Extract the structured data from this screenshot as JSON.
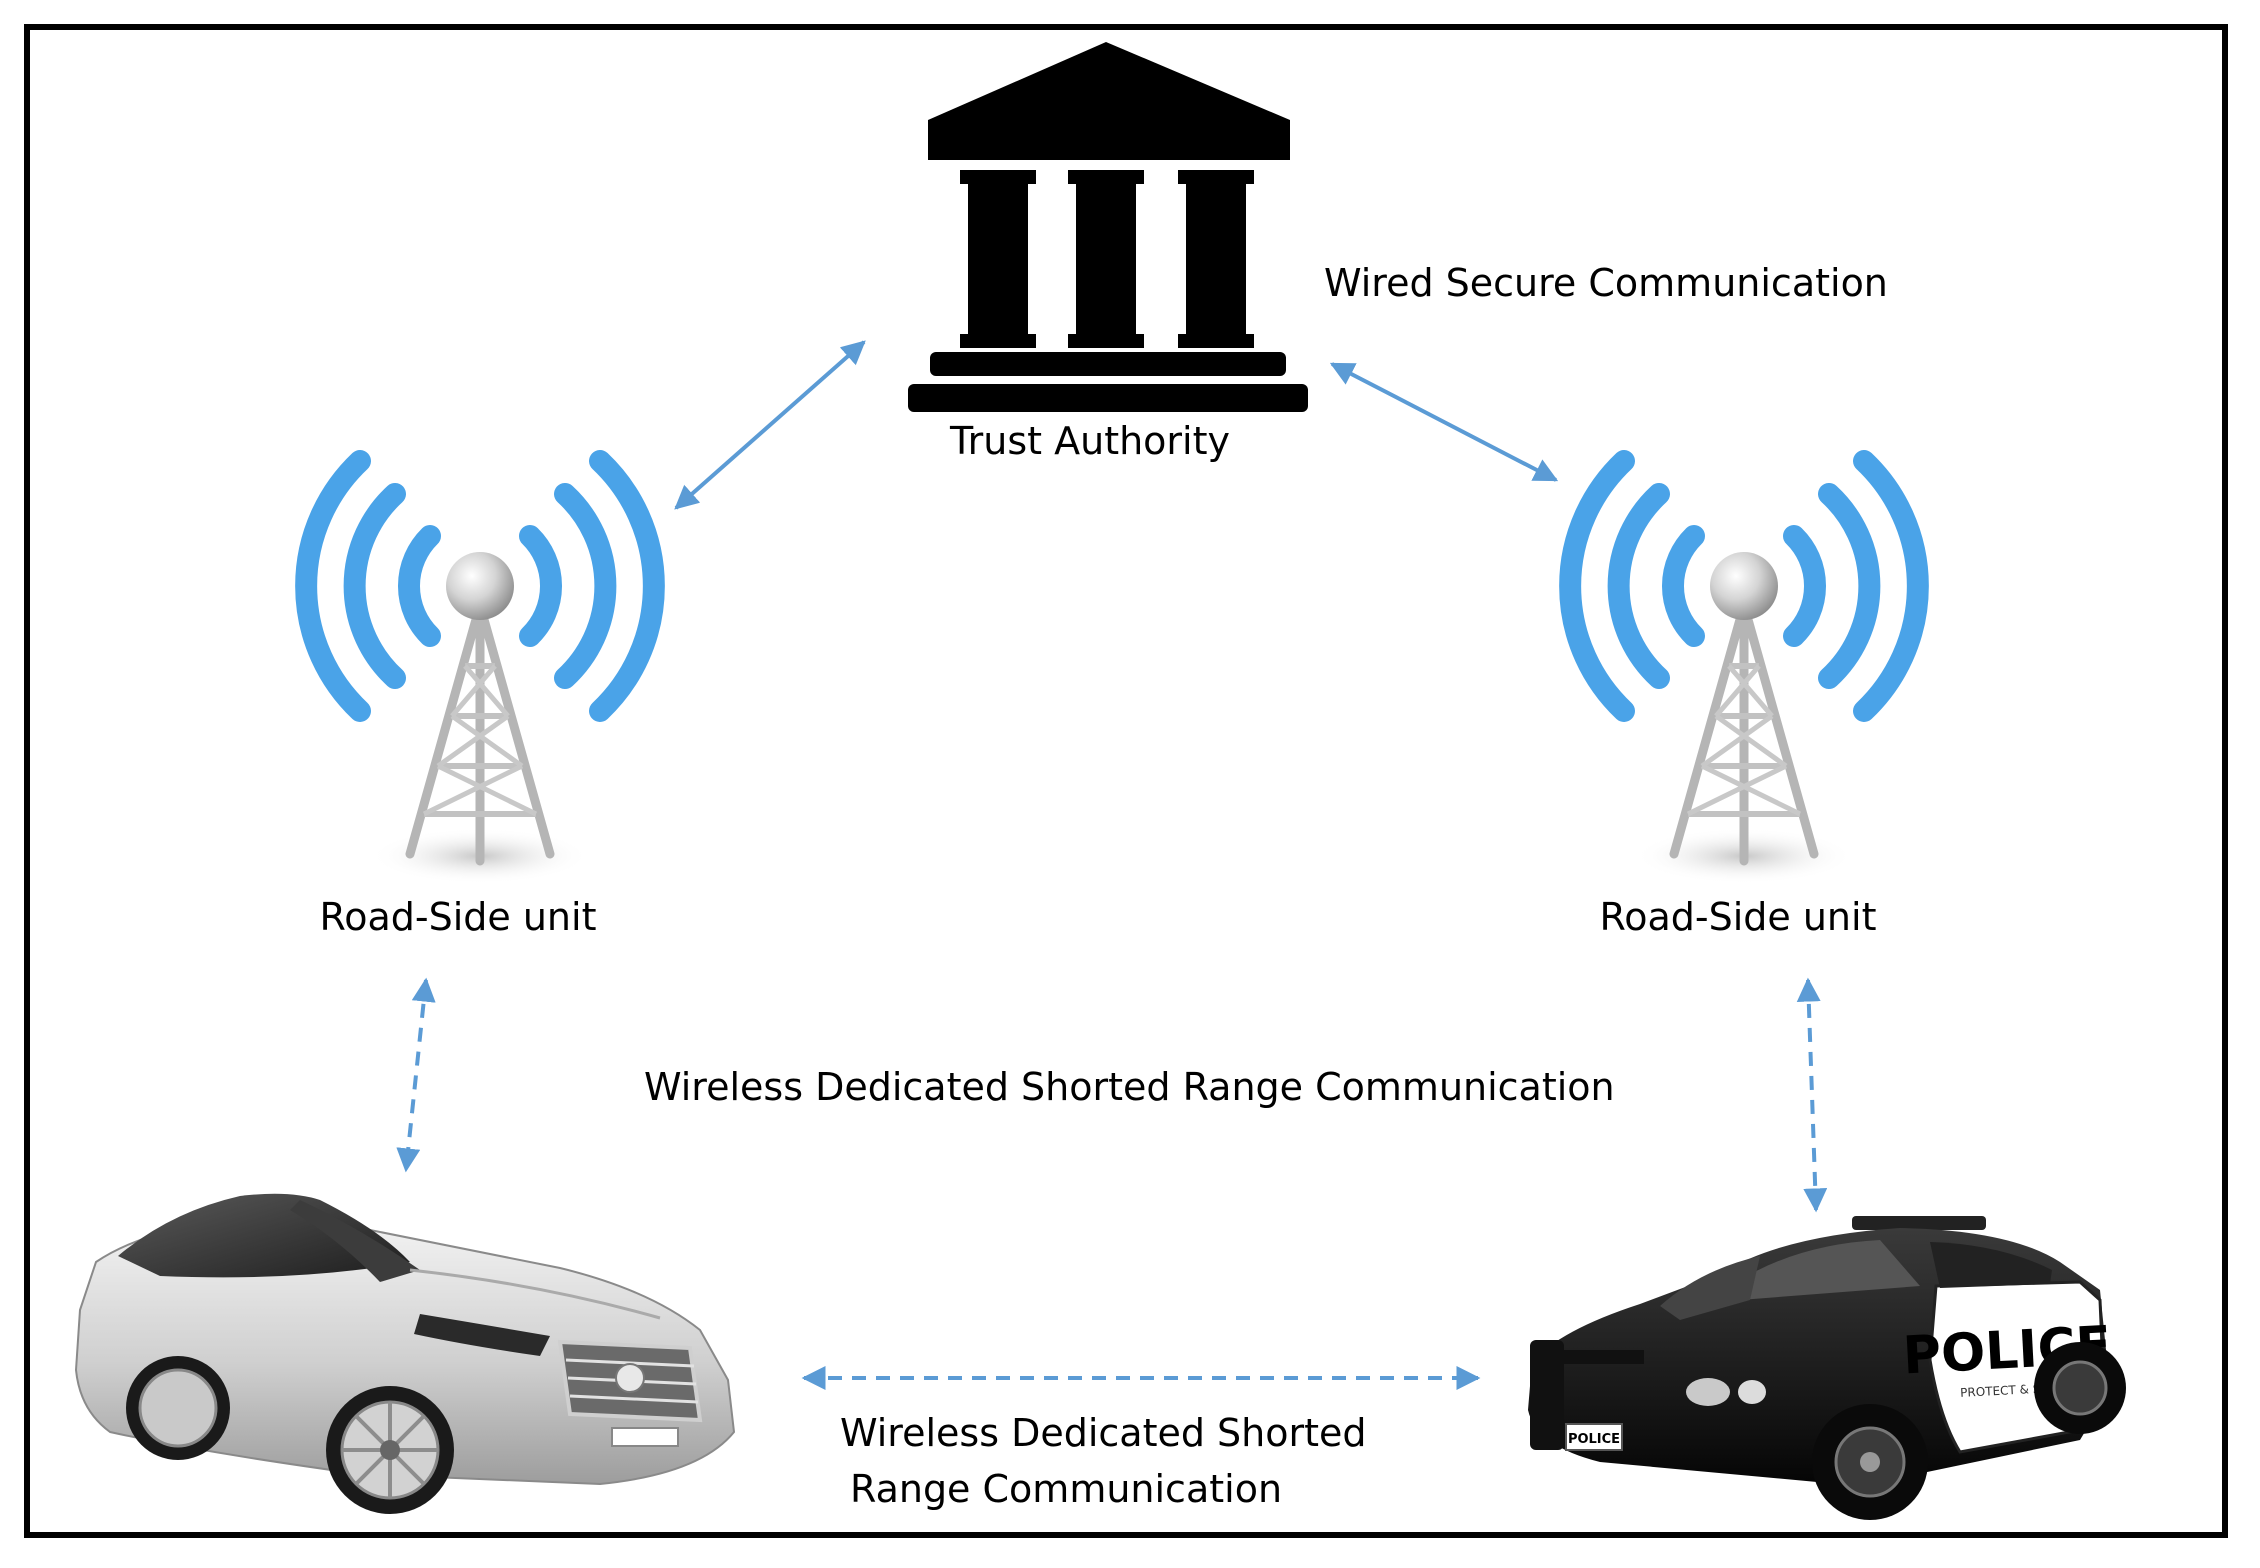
{
  "nodes": {
    "trust_authority": {
      "label": "Trust Authority",
      "icon": "bank-building-icon"
    },
    "rsu_left": {
      "label": "Road-Side unit",
      "icon": "radio-tower-icon"
    },
    "rsu_right": {
      "label": "Road-Side unit",
      "icon": "radio-tower-icon"
    },
    "vehicle_left": {
      "icon": "sedan-car-icon"
    },
    "vehicle_right": {
      "icon": "police-car-icon",
      "door_text": "POLICE",
      "door_subtext": "PROTECT & SERVE",
      "plate_text": "POLICE"
    }
  },
  "links": {
    "wired_label": "Wired Secure Communication",
    "dsrc_rsu_label": "Wireless Dedicated Shorted Range Communication",
    "dsrc_v2v_line1": "Wireless Dedicated Shorted",
    "dsrc_v2v_line2": "Range Communication"
  },
  "colors": {
    "signal_blue": "#4aa3e8",
    "arrow_blue": "#5b9bd5",
    "tower_gray": "#b9b9b9",
    "building_black": "#000000"
  }
}
